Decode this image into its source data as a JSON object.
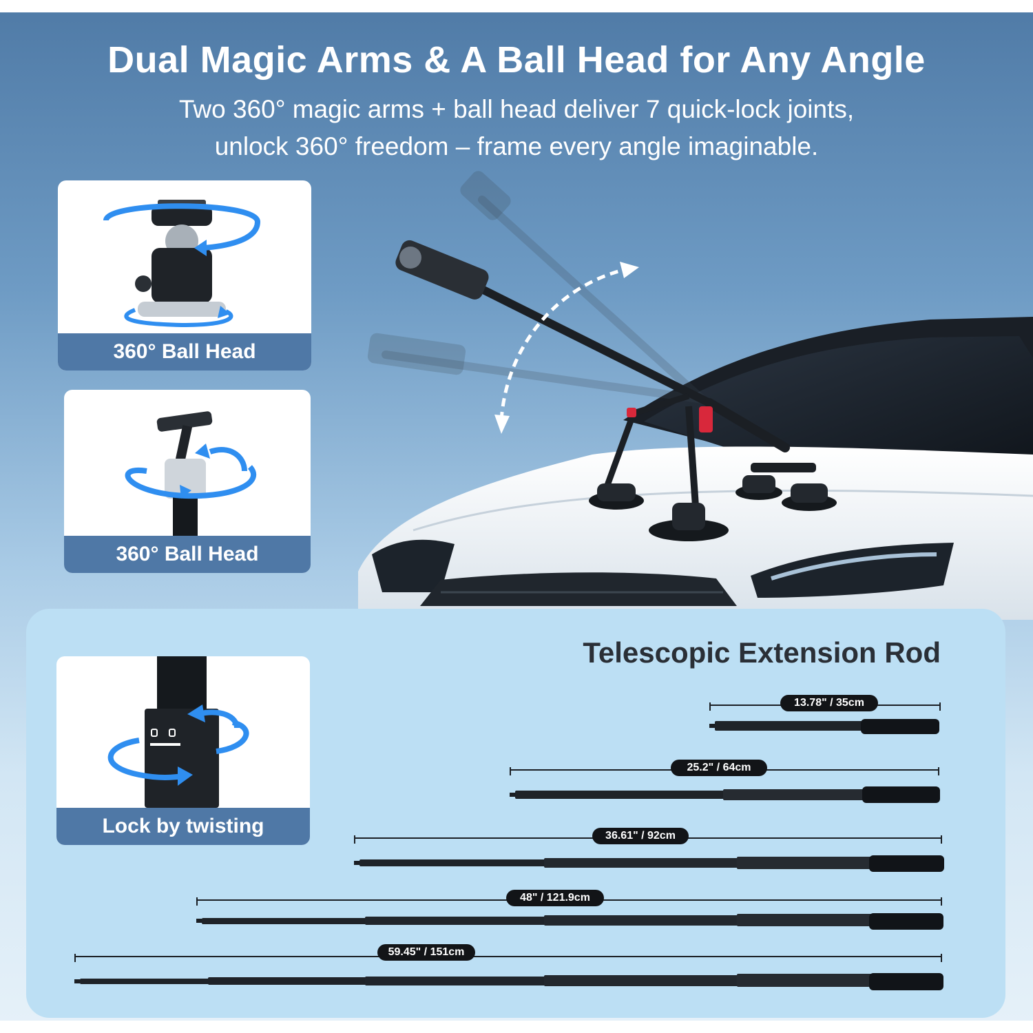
{
  "header": {
    "title": "Dual Magic Arms & A Ball Head for Any Angle",
    "subtitle_line1": "Two 360° magic arms + ball head deliver 7 quick-lock joints,",
    "subtitle_line2": "unlock 360° freedom – frame every angle imaginable."
  },
  "features": [
    {
      "caption": "360° Ball Head",
      "icon": "ball-head-rotation-icon"
    },
    {
      "caption": "360° Ball Head",
      "icon": "arm-joint-rotation-icon"
    },
    {
      "caption": "Lock by twisting",
      "icon": "twist-lock-icon"
    }
  ],
  "extension_rod": {
    "title": "Telescopic Extension Rod",
    "lengths": [
      {
        "label": "13.78\" / 35cm"
      },
      {
        "label": "25.2\" / 64cm"
      },
      {
        "label": "36.61\" / 92cm"
      },
      {
        "label": "48\" / 121.9cm"
      },
      {
        "label": "59.45\" / 151cm"
      }
    ]
  },
  "colors": {
    "caption_bar": "#4f78a6",
    "panel": "#bcdff4",
    "rotation_arrow": "#2f8ef0",
    "mount_accent": "#d8283b"
  }
}
